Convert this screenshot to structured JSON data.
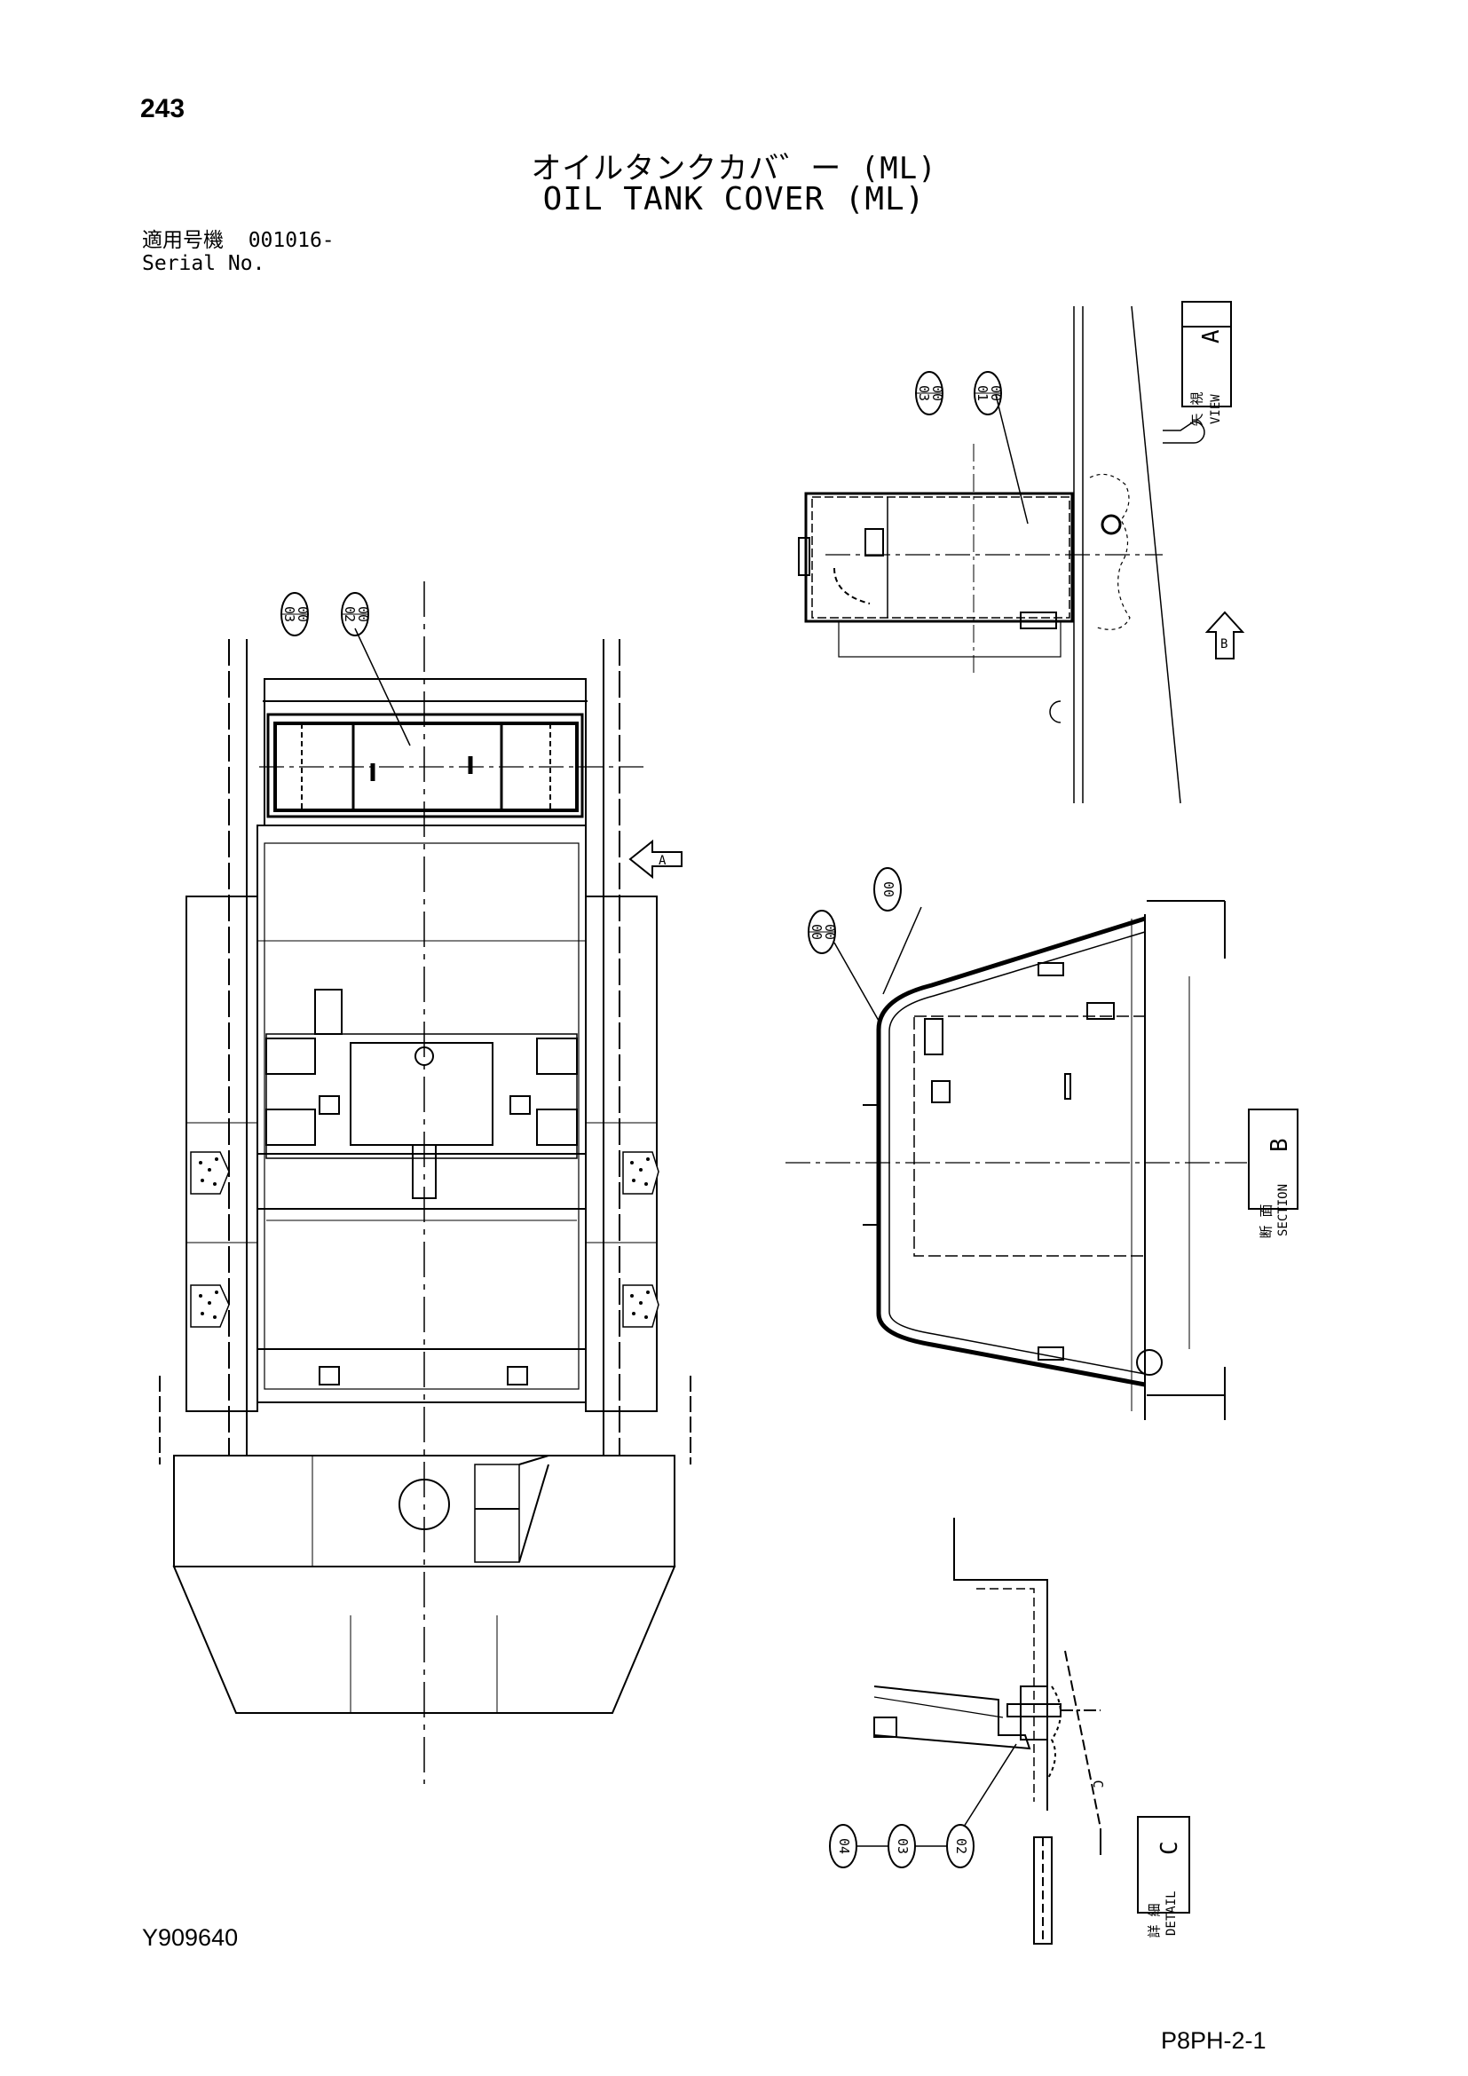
{
  "header": {
    "page_number": "243",
    "title_jp": "オイルタンクカバ゛ー (ML)",
    "title_en": "OIL TANK COVER (ML)"
  },
  "serial": {
    "label_jp": "適用号機",
    "value": "001016-",
    "label_en": "Serial No."
  },
  "views": {
    "view_a": {
      "jp": "矢 視",
      "en": "VIEW",
      "letter": "A"
    },
    "section_b": {
      "jp": "断 面",
      "en": "SECTION",
      "letter": "B"
    },
    "detail_c": {
      "jp": "詳 細",
      "en": "DETAIL",
      "letter": "C"
    }
  },
  "arrows": {
    "a": "A",
    "b": "B"
  },
  "callouts": {
    "top_left_pair": [
      "00\n03",
      "00\n02"
    ],
    "view_a_pair": [
      "00\n03",
      "00\n01"
    ],
    "section_pair": [
      "00\n00",
      "00"
    ],
    "detail_trio": [
      "04",
      "03",
      "02"
    ],
    "detail_mark": "C"
  },
  "footer": {
    "doc_code": "Y909640",
    "page_code": "P8PH-2-1"
  }
}
